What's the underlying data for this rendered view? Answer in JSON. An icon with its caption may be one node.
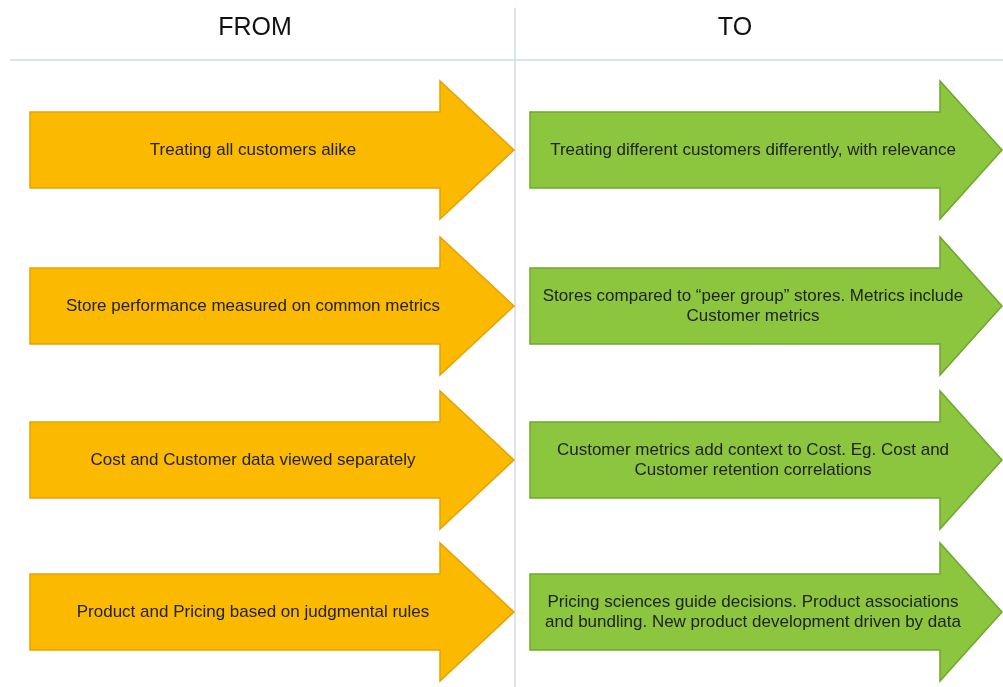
{
  "diagram": {
    "nodes": [
      {
        "text": [
          "Treating all customers alike"
        ]
      },
      {
        "text": [
          "Treating different customers differently, with relevance"
        ]
      },
      {
        "text": [
          "Store performance measured on common metrics"
        ]
      },
      {
        "text": [
          "Stores compared to “peer group” stores. Metrics include Customer metrics"
        ]
      },
      {
        "text": [
          "Cost and Customer data viewed separately"
        ]
      },
      {
        "text": [
          "Customer metrics add context to Cost. Eg. Cost and Customer retention correlations"
        ]
      },
      {
        "text": [
          "Product and Pricing based on judgmental rules"
        ]
      },
      {
        "text": [
          "Pricing sciences guide decisions. Product associations and bundling. New product development driven by data"
        ]
      }
    ],
    "edges": [],
    "labels": [
      "FROM",
      "TO"
    ]
  }
}
